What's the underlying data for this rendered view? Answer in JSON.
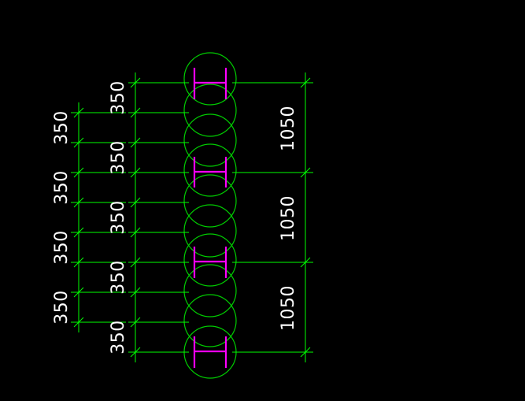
{
  "colors": {
    "background": "#000000",
    "dimension_lines": "#00ff00",
    "circles": "#00cc00",
    "steel_sections": "#ff00ff",
    "text": "#ffffff"
  },
  "dimensions": {
    "left_column": [
      "350",
      "350",
      "350",
      "350"
    ],
    "middle_column": [
      "350",
      "350",
      "350",
      "350",
      "350"
    ],
    "right_column": [
      "1050",
      "1050",
      "1050"
    ]
  },
  "drawing": {
    "circle_count": 10,
    "steel_section_count": 4,
    "steel_section_shape": "i-beam-icon"
  }
}
